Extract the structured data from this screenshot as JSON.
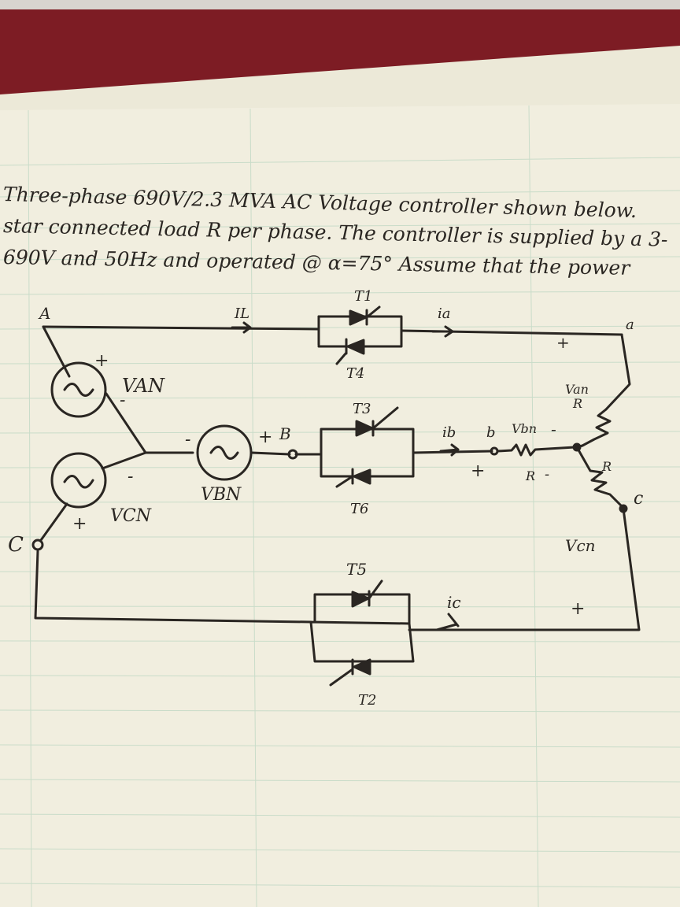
{
  "problem": {
    "line1": "Three-phase 690V/2.3 MVA AC Voltage controller shown below.",
    "line2": "star connected load R per phase. The controller is supplied by a 3-",
    "line3": "690V and 50Hz and operated @ α=75° Assume that the power"
  },
  "labels": {
    "node_A": "A",
    "node_B": "B",
    "node_C": "C",
    "node_a": "a",
    "node_b": "b",
    "node_c": "c",
    "I_L": "IL",
    "i_a": "ia",
    "i_b": "ib",
    "i_c": "ic",
    "T1": "T1",
    "T2": "T2",
    "T3": "T3",
    "T4": "T4",
    "T5": "T5",
    "T6": "T6",
    "V_AN": "VAN",
    "V_BN": "VBN",
    "V_CN": "VCN",
    "V_an": "Van",
    "V_bn": "Vbn",
    "V_cn": "Vcn",
    "R": "R",
    "plus": "+",
    "minus": "-"
  },
  "colors": {
    "ink": "#2a2622",
    "paper": "#f1eedf",
    "grid": "#bfd6c2",
    "binder": "#7a1a22"
  }
}
